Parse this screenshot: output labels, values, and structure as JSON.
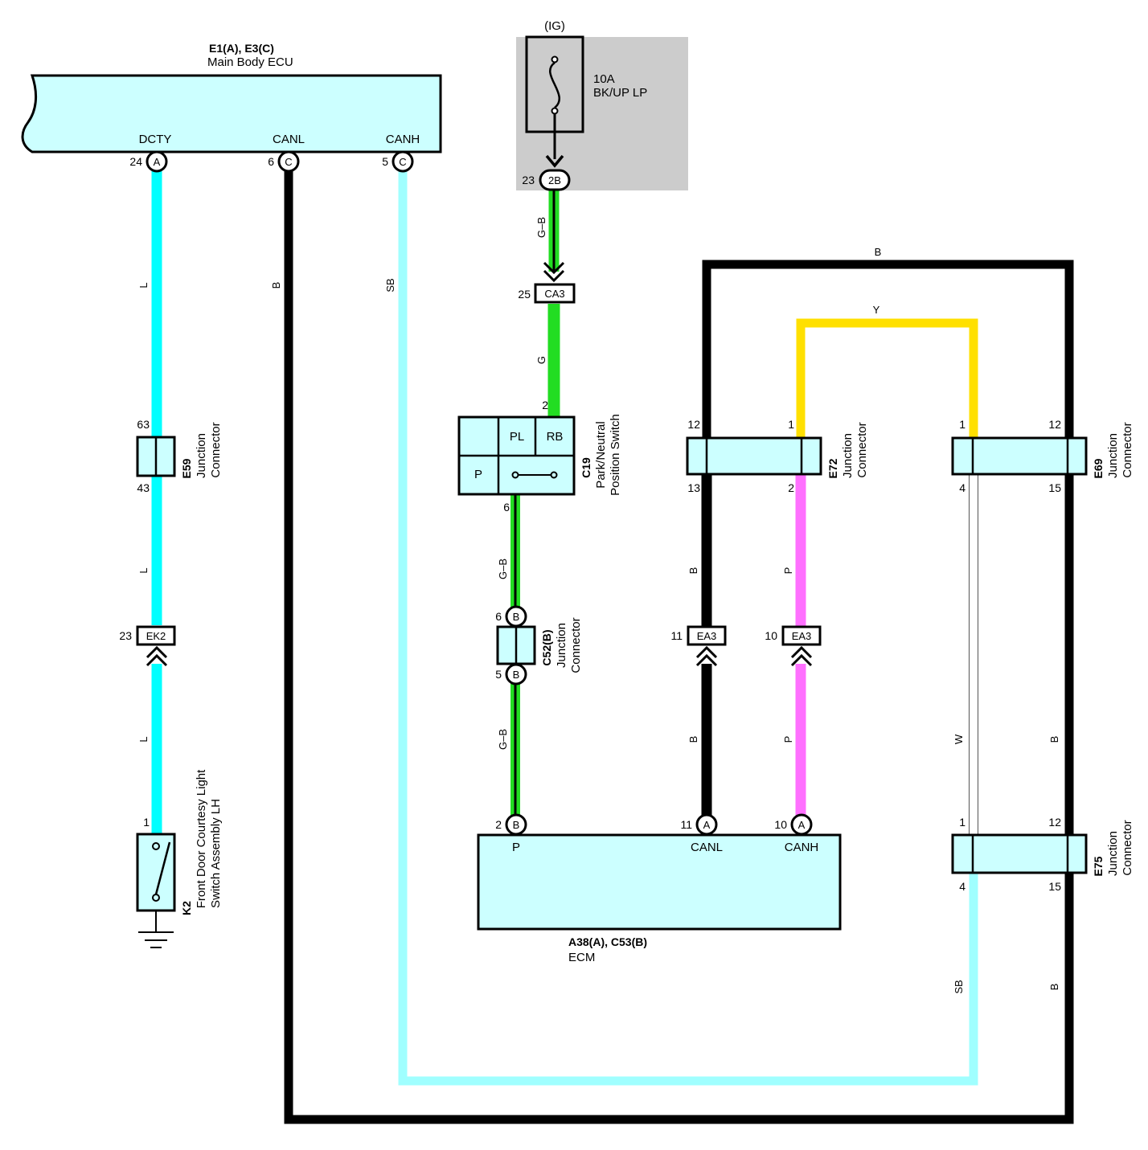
{
  "main_body_ecu": {
    "ref": "E1(A), E3(C)",
    "name": "Main Body ECU",
    "terminals": [
      {
        "name": "DCTY",
        "pin": "24",
        "conn": "A"
      },
      {
        "name": "CANL",
        "pin": "6",
        "conn": "C"
      },
      {
        "name": "CANH",
        "pin": "5",
        "conn": "C"
      }
    ]
  },
  "fuse": {
    "ign": "(IG)",
    "rating": "10A",
    "name": "BK/UP LP",
    "pin": "23",
    "conn": "2B"
  },
  "wire_colors": {
    "dcty_top": "L",
    "dcty_mid": "L",
    "dcty_bot": "L",
    "canl_left": "B",
    "canh_left": "SB",
    "fuse_out": "G–B",
    "to_switch": "G",
    "sw_out": "G–B",
    "to_ecm_p": "G–B",
    "loop_top": "B",
    "yellow": "Y",
    "e72_canl": "B",
    "e72_canh": "P",
    "ecm_canl": "B",
    "ecm_canh": "P",
    "e69_w": "W",
    "e69_b": "B",
    "e75_sb": "SB",
    "e75_b": "B"
  },
  "colors": {
    "L": "#00ffff",
    "B": "#000000",
    "SB": "#a0ffff",
    "G": "#22dd22",
    "Y": "#ffe000",
    "P": "#ff70ff",
    "W": "#ffffff",
    "component_fill": "#ccffff",
    "fuse_box": "#cccccc"
  },
  "connectors": {
    "ca3": {
      "pin": "25",
      "name": "CA3"
    },
    "ek2": {
      "pin": "23",
      "name": "EK2"
    },
    "ea3_l": {
      "pin": "11",
      "name": "EA3"
    },
    "ea3_h": {
      "pin": "10",
      "name": "EA3"
    }
  },
  "e59": {
    "ref": "E59",
    "desc1": "Junction",
    "desc2": "Connector",
    "pin_top": "63",
    "pin_bot": "43"
  },
  "c52": {
    "ref": "C52(B)",
    "desc1": "Junction",
    "desc2": "Connector",
    "pin_top": "6",
    "pin_bot": "5",
    "conn": "B"
  },
  "c19": {
    "ref": "C19",
    "desc1": "Park/Neutral",
    "desc2": "Position Switch",
    "pin_in": "2",
    "pin_out": "6",
    "pl": "PL",
    "rb": "RB",
    "p": "P"
  },
  "k2": {
    "ref": "K2",
    "desc1": "Front Door Courtesy Light",
    "desc2": "Switch Assembly LH",
    "pin": "1"
  },
  "e72": {
    "ref": "E72",
    "desc1": "Junction",
    "desc2": "Connector",
    "pin_tl": "12",
    "pin_tr": "1",
    "pin_bl": "13",
    "pin_br": "2"
  },
  "e69": {
    "ref": "E69",
    "desc1": "Junction",
    "desc2": "Connector",
    "pin_tl": "1",
    "pin_tr": "12",
    "pin_bl": "4",
    "pin_br": "15"
  },
  "e75": {
    "ref": "E75",
    "desc1": "Junction",
    "desc2": "Connector",
    "pin_tl": "1",
    "pin_tr": "12",
    "pin_bl": "4",
    "pin_br": "15"
  },
  "ecm": {
    "ref": "A38(A), C53(B)",
    "name": "ECM",
    "terminals": [
      {
        "name": "P",
        "pin": "2",
        "conn": "B"
      },
      {
        "name": "CANL",
        "pin": "11",
        "conn": "A"
      },
      {
        "name": "CANH",
        "pin": "10",
        "conn": "A"
      }
    ]
  }
}
